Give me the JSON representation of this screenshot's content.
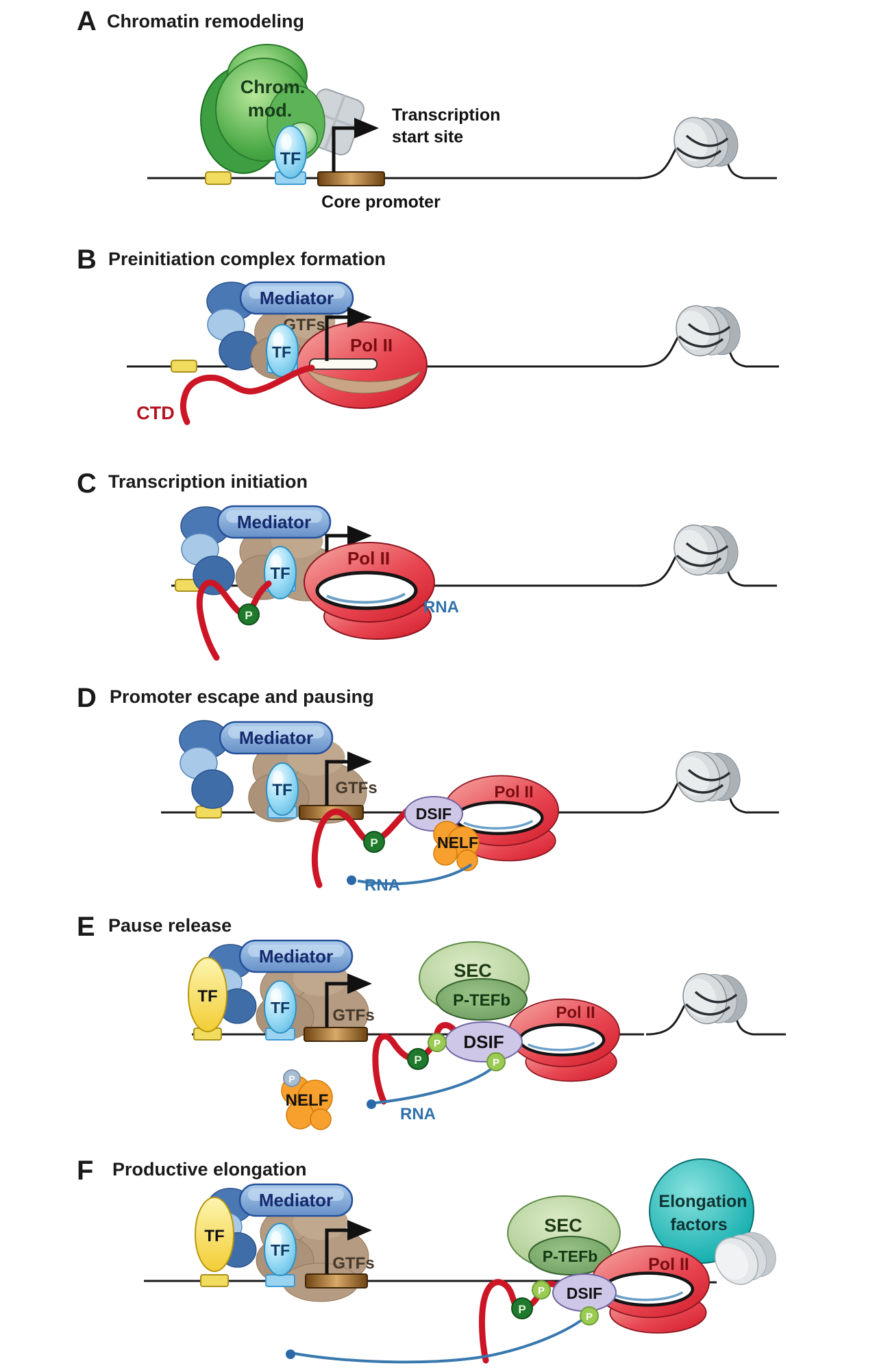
{
  "panels": {
    "a": {
      "letter": "A",
      "title": "Chromatin remodeling",
      "labels": {
        "chrom1": "Chrom.",
        "chrom2": "mod.",
        "tf": "TF",
        "tss1": "Transcription",
        "tss2": "start site",
        "core_promoter": "Core promoter"
      }
    },
    "b": {
      "letter": "B",
      "title": "Preinitiation complex formation",
      "labels": {
        "mediator": "Mediator",
        "gtfs": "GTFs",
        "tf": "TF",
        "polii": "Pol II",
        "ctd": "CTD"
      }
    },
    "c": {
      "letter": "C",
      "title": "Transcription initiation",
      "labels": {
        "mediator": "Mediator",
        "tf": "TF",
        "polii": "Pol II",
        "rna": "RNA",
        "p": "P"
      }
    },
    "d": {
      "letter": "D",
      "title": "Promoter escape and pausing",
      "labels": {
        "mediator": "Mediator",
        "tf": "TF",
        "gtfs": "GTFs",
        "dsif": "DSIF",
        "nelf": "NELF",
        "polii": "Pol II",
        "rna": "RNA",
        "p": "P"
      }
    },
    "e": {
      "letter": "E",
      "title": "Pause release",
      "labels": {
        "tf_activator": "TF",
        "mediator": "Mediator",
        "tf": "TF",
        "gtfs": "GTFs",
        "sec": "SEC",
        "ptefb": "P-TEFb",
        "dsif": "DSIF",
        "polii": "Pol II",
        "nelf": "NELF",
        "rna": "RNA",
        "p": "P"
      }
    },
    "f": {
      "letter": "F",
      "title": "Productive elongation",
      "labels": {
        "tf_activator": "TF",
        "mediator": "Mediator",
        "tf": "TF",
        "gtfs": "GTFs",
        "sec": "SEC",
        "ptefb": "P-TEFb",
        "dsif": "DSIF",
        "polii": "Pol II",
        "elongation1": "Elongation",
        "elongation2": "factors",
        "p": "P"
      }
    }
  },
  "colors": {
    "dna": "#1a1a1a",
    "chromatin_modifier_green": "#4aa845",
    "mediator_blue": "#6690c8",
    "mediator_dark_blue": "#4a78b4",
    "tf_cyan": "#9bdcf5",
    "tf_yellow": "#f2cd35",
    "gtfs_tan": "#b59b81",
    "polii_red": "#d11a28",
    "dsif_lavender": "#cfc7e8",
    "nelf_orange": "#f7a02e",
    "sec_light_green": "#a3c687",
    "ptefb_green": "#5e9352",
    "elongation_teal": "#18b0b0",
    "p_dark_green": "#1f7a2e",
    "p_light_green": "#9ccb55",
    "p_gray": "#a9bdd2",
    "rna_blue": "#3878ad",
    "ctd_red": "#cc1626",
    "promoter_brown": "#8a5a24",
    "enhancer_yellow": "#f2dc5f",
    "nucleosome_gray": "#d8dcdf"
  }
}
